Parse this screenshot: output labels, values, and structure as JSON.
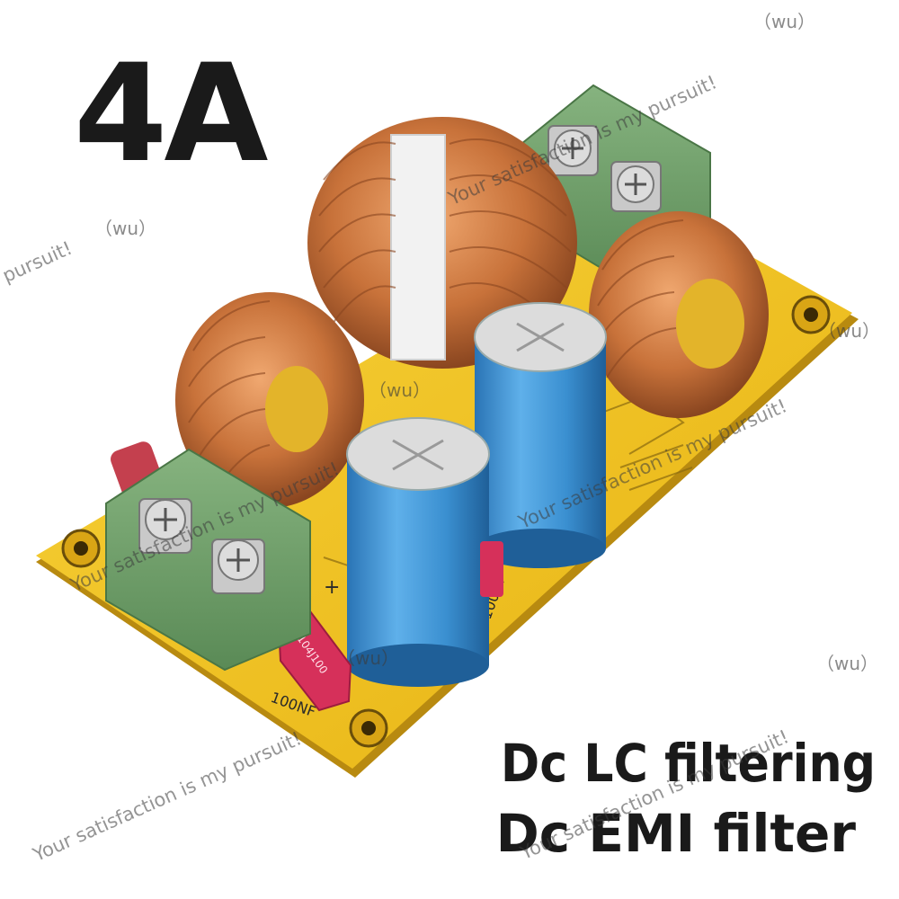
{
  "product": {
    "current_rating": "4A",
    "caption_line_1": "Dc LC filtering",
    "caption_line_2": "Dc EMI filter"
  },
  "watermark": {
    "slogan": "Your satisfaction is my pursuit!",
    "slogan_fragment": "pursuit!",
    "tag": "（wu）"
  },
  "board_labels": {
    "cap_marking": "104J100",
    "cap_value": "100NF",
    "polarity_plus": "+"
  },
  "colors": {
    "pcb": "#f2c21a",
    "terminal_block": "#6f9f6a",
    "capacitor": "#3a8fd0",
    "copper_coil": "#c8723a",
    "film_cap": "#d6305a",
    "text": "#1a1a1a"
  },
  "icons": [
    "copper-toroid-inductor",
    "electrolytic-capacitor",
    "screw-terminal-block",
    "film-capacitor"
  ]
}
